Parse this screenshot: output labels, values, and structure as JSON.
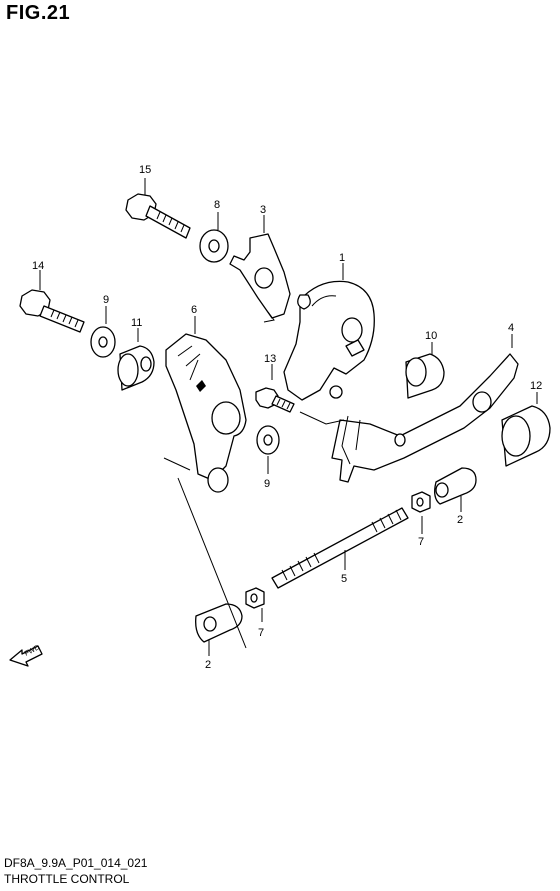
{
  "figure": {
    "title": "FIG.21",
    "code": "DF8A_9.9A_P01_014_021",
    "caption": "THROTTLE CONTROL",
    "fwd_label": "FWD"
  },
  "callouts": {
    "c1": "1",
    "c2a": "2",
    "c2b": "2",
    "c3": "3",
    "c4": "4",
    "c5": "5",
    "c6": "6",
    "c7a": "7",
    "c7b": "7",
    "c8": "8",
    "c9a": "9",
    "c9b": "9",
    "c10": "10",
    "c11": "11",
    "c12": "12",
    "c13": "13",
    "c14": "14",
    "c15": "15"
  }
}
